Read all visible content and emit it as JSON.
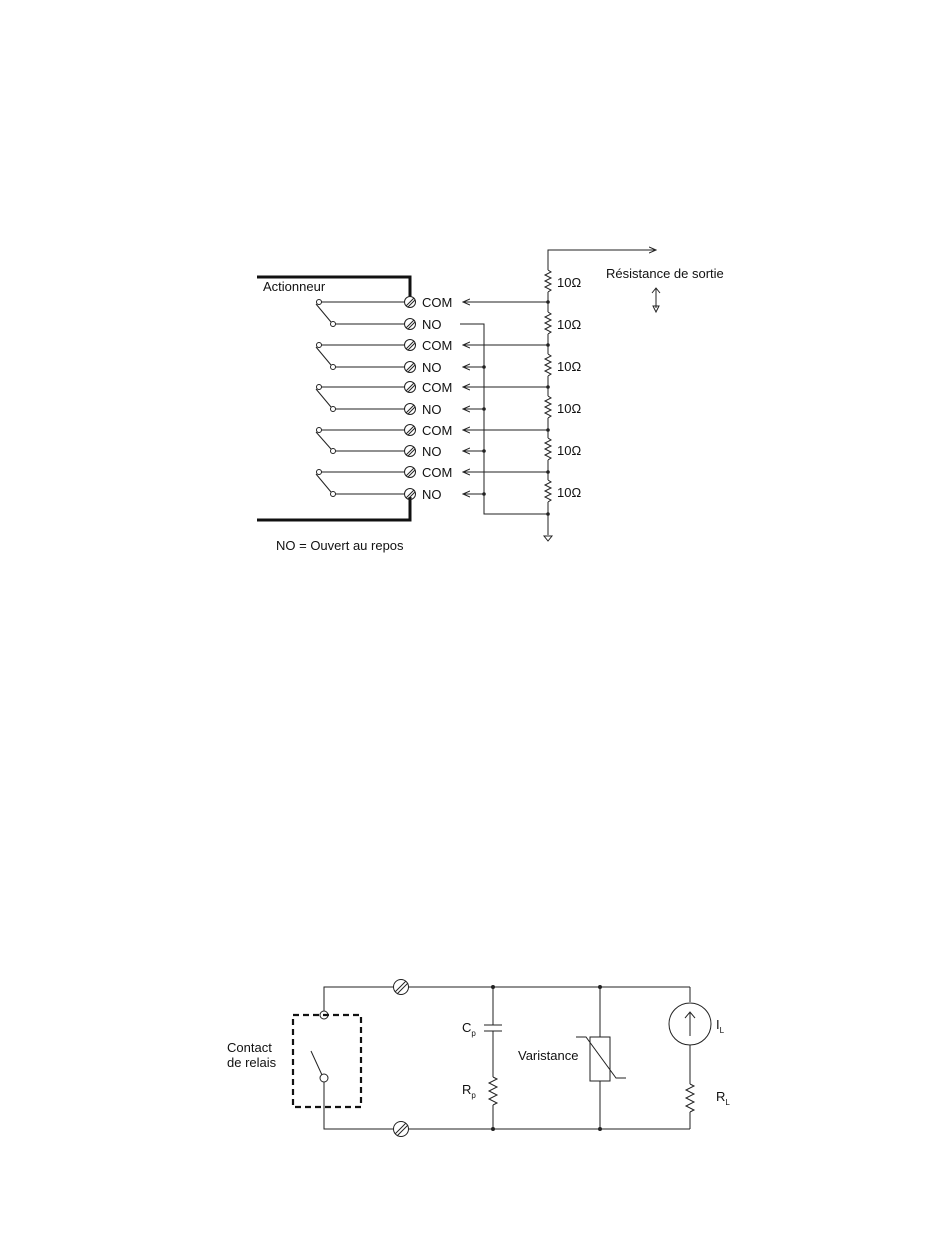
{
  "diagram1": {
    "actuator_label": "Actionneur",
    "output_label": "Résistance de sortie",
    "legend": "NO = Ouvert au repos",
    "terminals": [
      "COM",
      "NO",
      "COM",
      "NO",
      "COM",
      "NO",
      "COM",
      "NO",
      "COM",
      "NO"
    ],
    "resistors": [
      "10Ω",
      "10Ω",
      "10Ω",
      "10Ω",
      "10Ω",
      "10Ω"
    ]
  },
  "diagram2": {
    "contact_label_line1": "Contact",
    "contact_label_line2": "de relais",
    "cp_label": "C",
    "cp_sub": "p",
    "rp_label": "R",
    "rp_sub": "p",
    "varistor_label": "Varistance",
    "il_label": "I",
    "il_sub": "L",
    "rl_label": "R",
    "rl_sub": "L"
  }
}
